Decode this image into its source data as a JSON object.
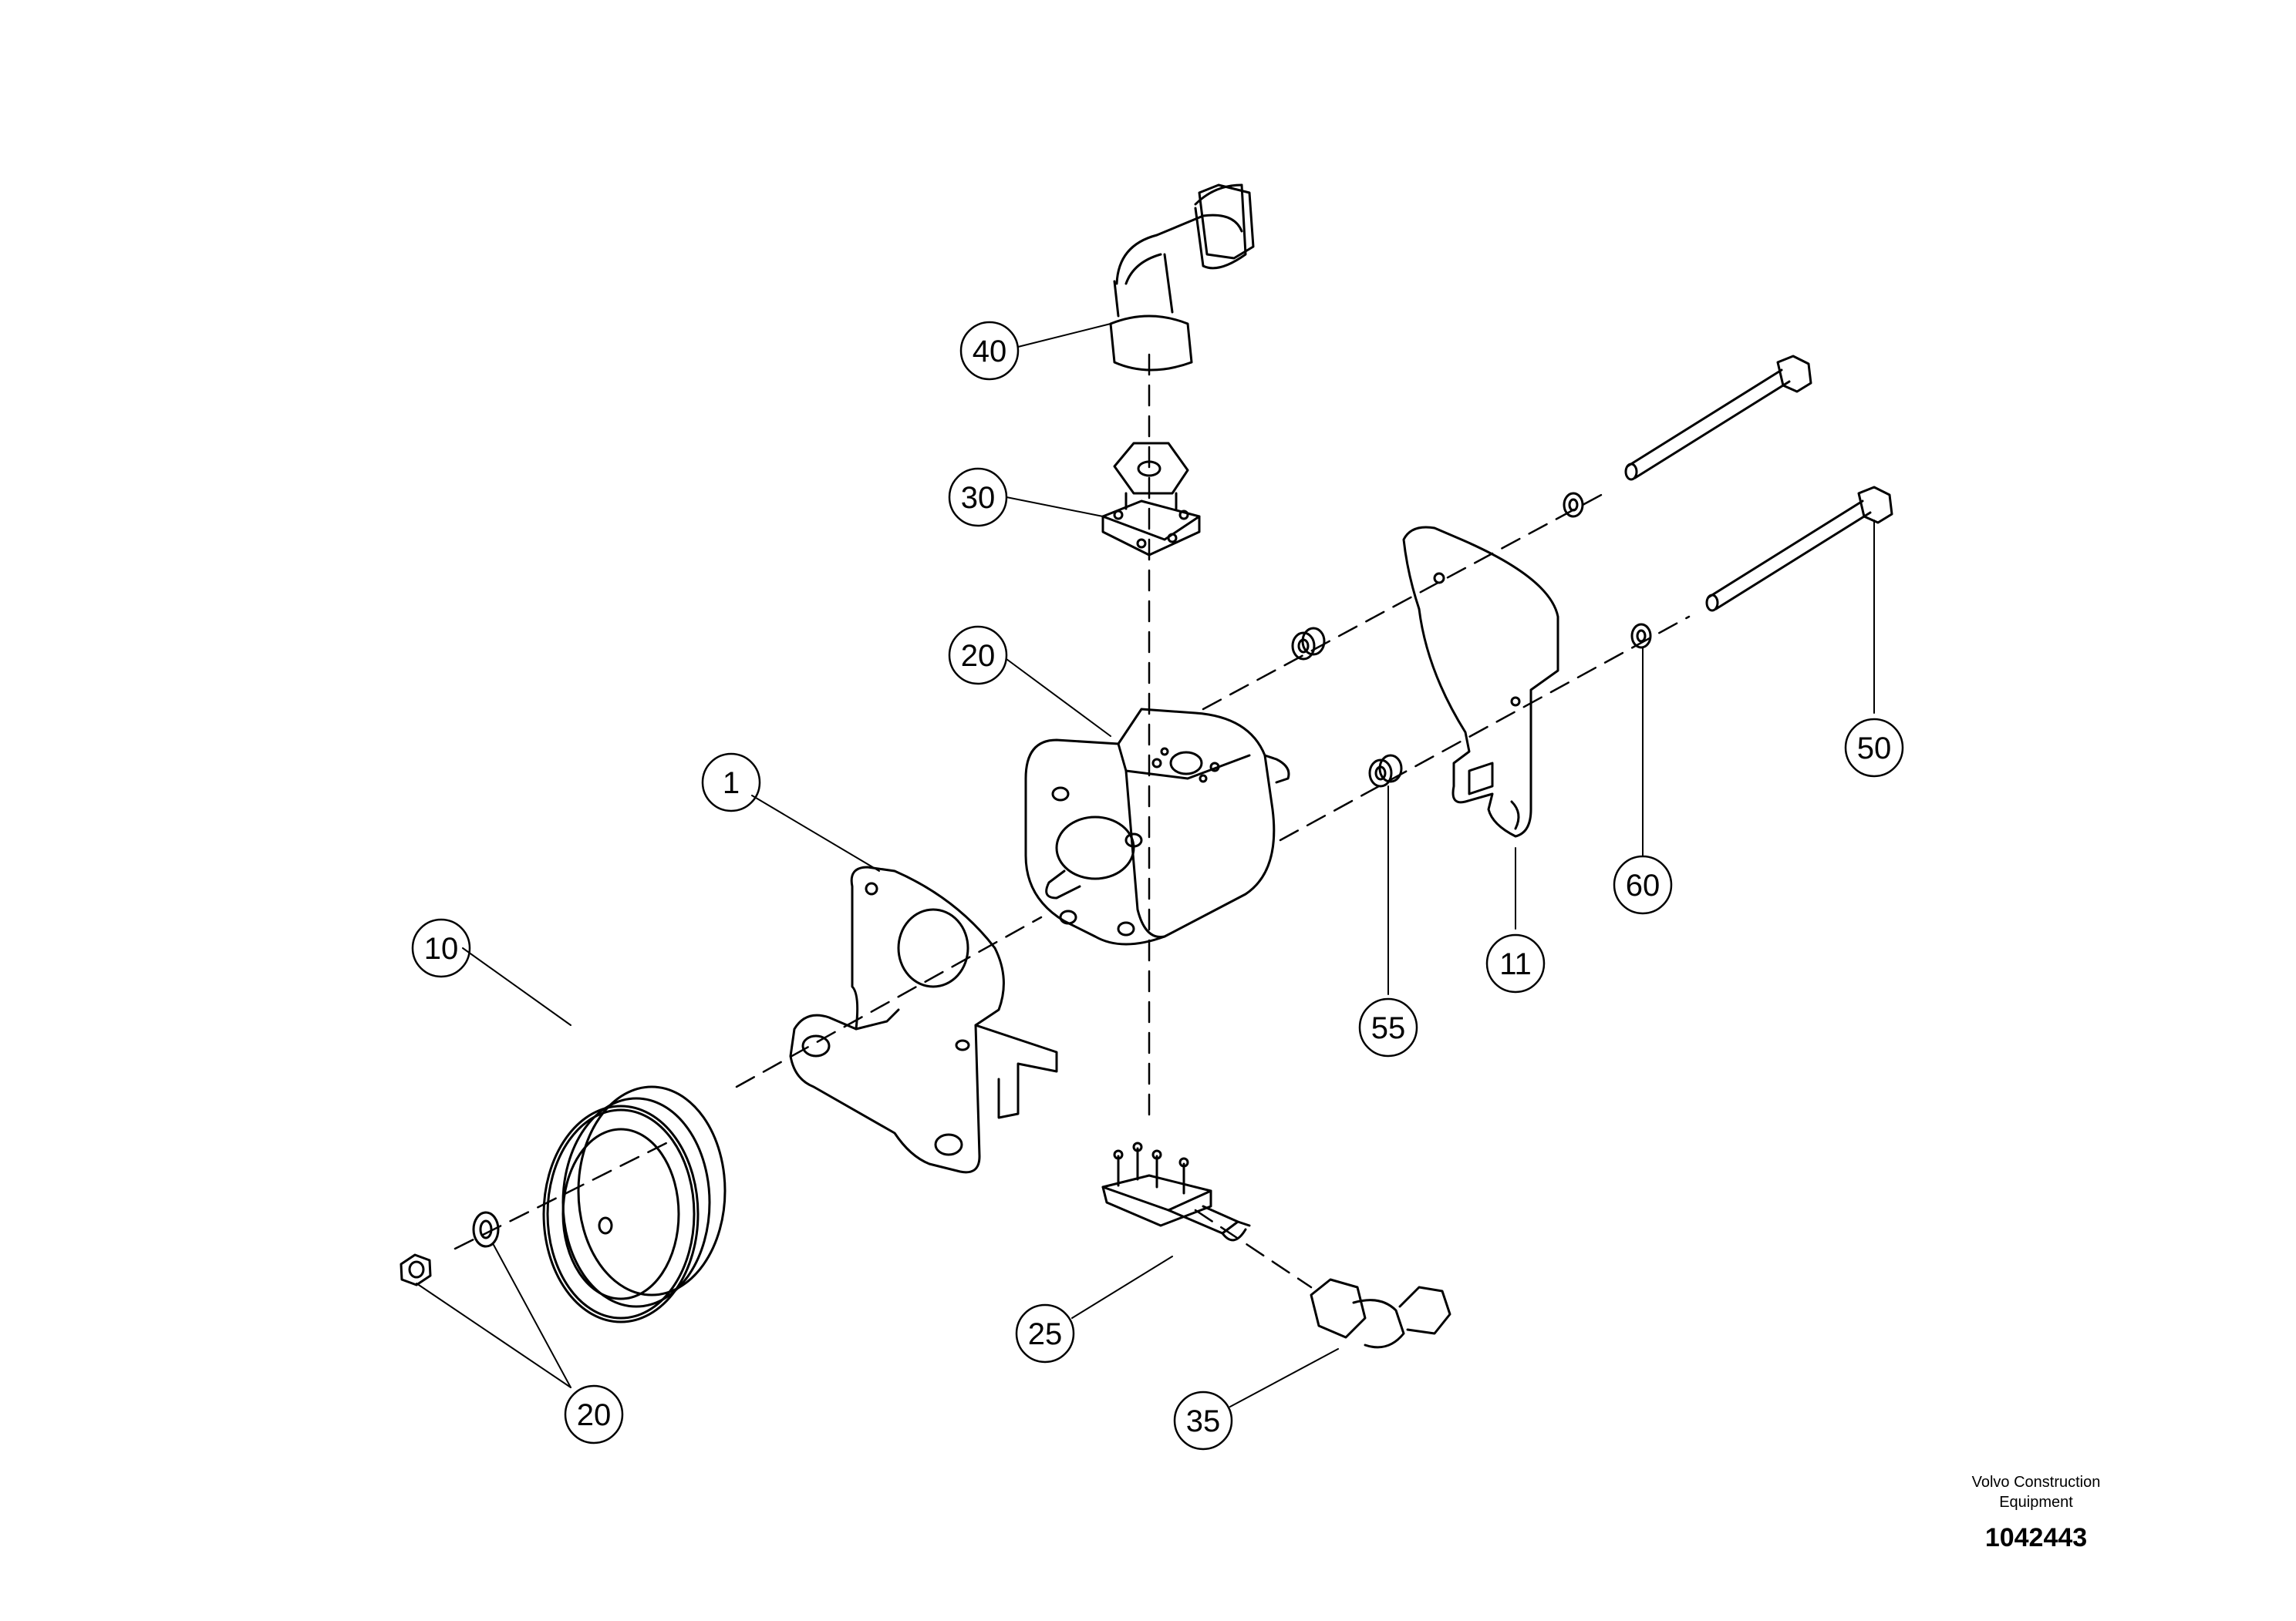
{
  "callouts": [
    {
      "id": "c40",
      "label": "40"
    },
    {
      "id": "c30",
      "label": "30"
    },
    {
      "id": "c20a",
      "label": "20"
    },
    {
      "id": "c1",
      "label": "1"
    },
    {
      "id": "c10",
      "label": "10"
    },
    {
      "id": "c20b",
      "label": "20"
    },
    {
      "id": "c25",
      "label": "25"
    },
    {
      "id": "c35",
      "label": "35"
    },
    {
      "id": "c55",
      "label": "55"
    },
    {
      "id": "c11",
      "label": "11"
    },
    {
      "id": "c60",
      "label": "60"
    },
    {
      "id": "c50",
      "label": "50"
    }
  ],
  "footer": {
    "brand_line1": "Volvo Construction",
    "brand_line2": "Equipment",
    "drawing_number": "1042443"
  }
}
